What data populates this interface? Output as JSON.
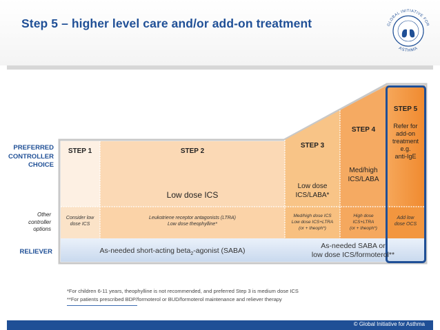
{
  "title": "Step 5 – higher level care and/or add-on treatment",
  "logo": {
    "top_text": "GLOBAL INITIATIVE FOR",
    "bottom_text": "ASTHMA"
  },
  "row_labels": {
    "preferred": [
      "PREFERRED",
      "CONTROLLER",
      "CHOICE"
    ],
    "other": [
      "Other",
      "controller",
      "options"
    ],
    "reliever": "RELIEVER"
  },
  "steps": {
    "step1": {
      "title": "STEP 1",
      "other": [
        "Consider low",
        "dose ICS"
      ]
    },
    "step2": {
      "title": "STEP 2",
      "preferred": "Low dose ICS",
      "other": [
        "Leukotriene receptor antagonists (LTRA)",
        "Low dose theophylline*"
      ]
    },
    "step3": {
      "title": "STEP 3",
      "preferred": [
        "Low dose",
        "ICS/LABA*"
      ],
      "other": [
        "Med/high dose ICS",
        "Low dose ICS+LTRA",
        "(or + theoph*)"
      ]
    },
    "step4": {
      "title": "STEP 4",
      "preferred": [
        "Med/high",
        "ICS/LABA"
      ],
      "other": [
        "High dose",
        "ICS+LTRA",
        "(or + theoph*)"
      ]
    },
    "step5": {
      "title": "STEP 5",
      "preferred": [
        "Refer for",
        "add-on",
        "treatment",
        "e.g.",
        "anti-IgE"
      ],
      "other": [
        "Add low",
        "dose OCS"
      ]
    }
  },
  "reliever": {
    "left_main": "As-needed short-acting beta",
    "left_sub": "2",
    "left_end": "-agonist (SABA)",
    "right": [
      "As-needed SABA or",
      "low dose ICS/formoterol**"
    ]
  },
  "footnotes": [
    "*For children 6-11 years, theophylline  is not recommended, and preferred Step 3 is medium dose ICS",
    "**For patients prescribed BDP/formoterol or BUD/formoterol maintenance and reliever therapy"
  ],
  "copyright": "© Global Initiative for Asthma",
  "colors": {
    "title_blue": "#1f4f96",
    "step1_fill": "#fdf0e3",
    "step2_fill": "#fbd9b5",
    "step3_fill": "#f9c68e",
    "step4_fill": "#f6ae6a",
    "step5_fill": "#f39d4d",
    "reliever_fill": "#dde8f5",
    "step5_border": "#1f4f96"
  }
}
